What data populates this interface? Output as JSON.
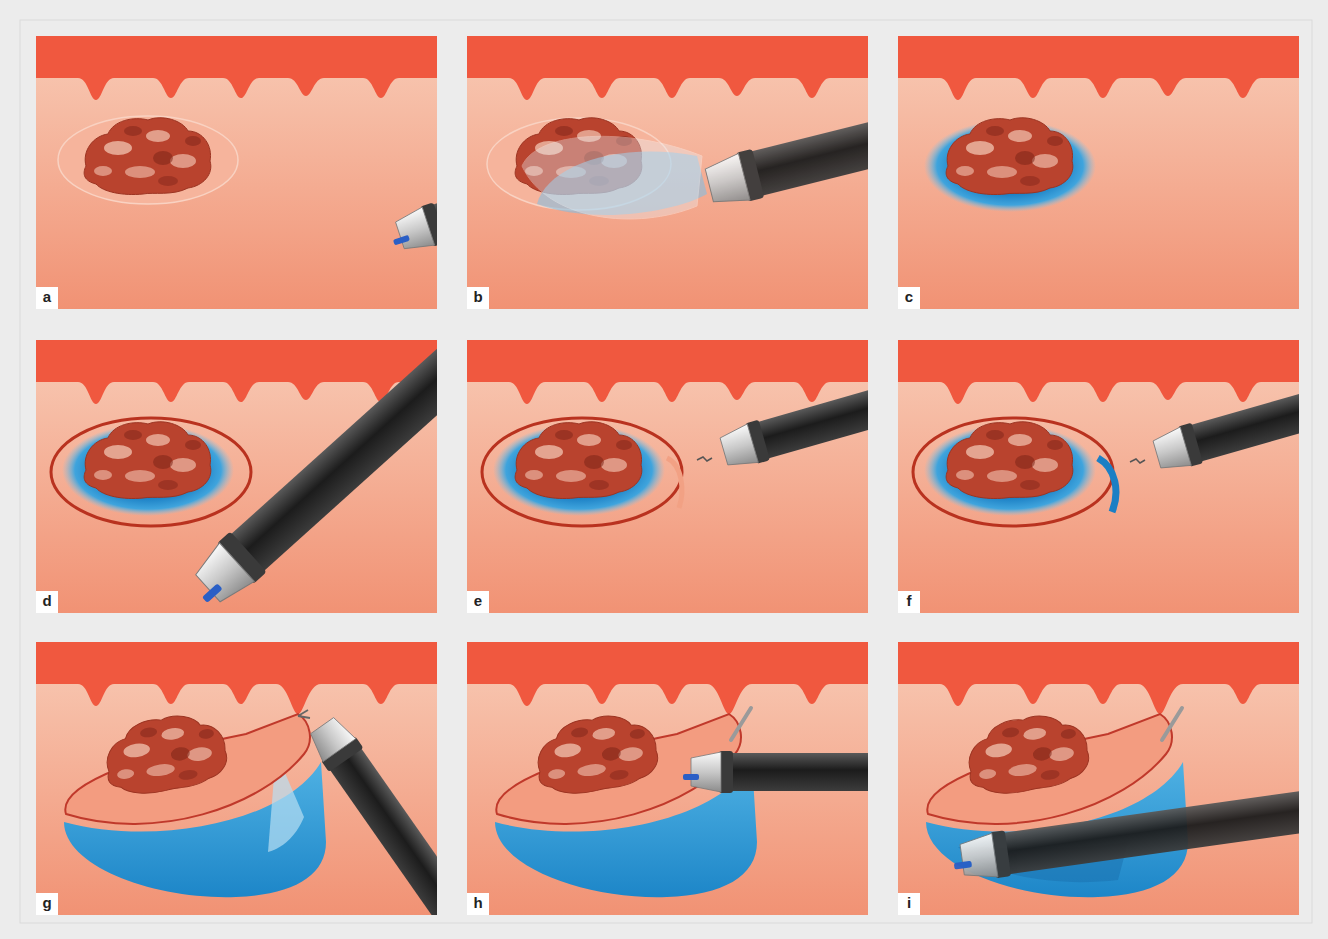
{
  "diagram": {
    "labels": [
      "a",
      "b",
      "c",
      "d",
      "e",
      "f",
      "g",
      "h",
      "i"
    ]
  }
}
